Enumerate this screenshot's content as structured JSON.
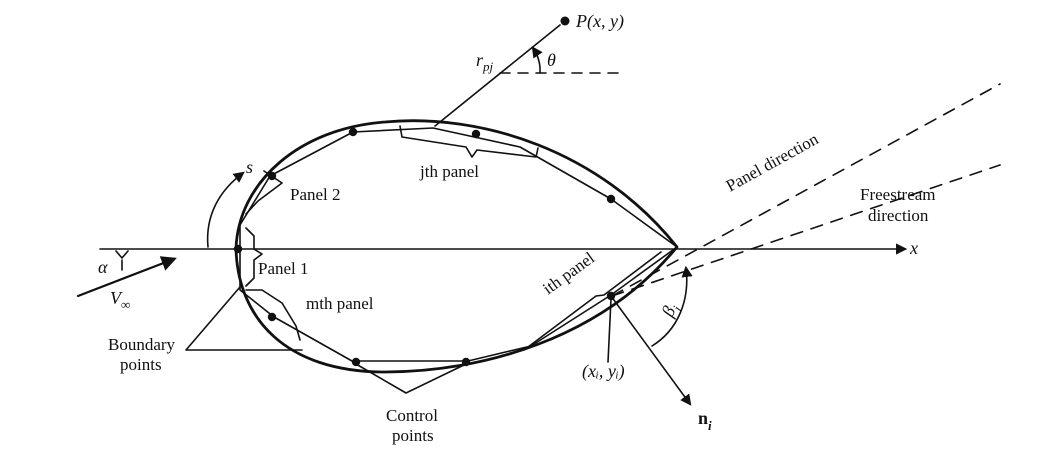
{
  "labels": {
    "point": "P(x, y)",
    "theta": "θ",
    "r_main": "r",
    "r_sub": "pj",
    "s": "s",
    "panel2": "Panel 2",
    "jth_panel": "jth panel",
    "panel_direction": "Panel direction",
    "freestream_1": "Freestream",
    "freestream_2": "direction",
    "x_axis": "x",
    "alpha": "α",
    "v_main": "V",
    "v_sub": "∞",
    "panel1": "Panel 1",
    "mth_panel": "mth panel",
    "ith_panel": "ith panel",
    "beta_main": "β",
    "beta_sub": "i",
    "boundary_1": "Boundary",
    "boundary_2": "points",
    "xy_i": "(xᵢ, yᵢ)",
    "n_main": "n",
    "n_sub": "i",
    "control_1": "Control",
    "control_2": "points"
  }
}
